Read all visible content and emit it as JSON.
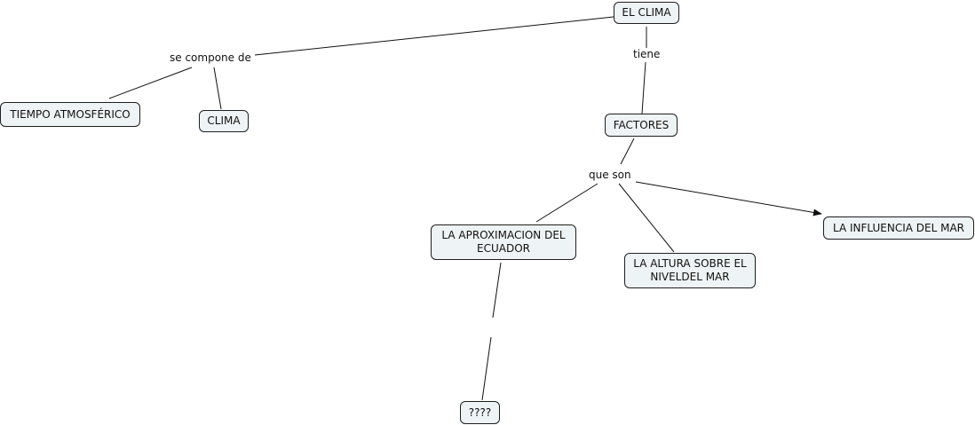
{
  "nodes": {
    "el_clima": "EL CLIMA",
    "tiempo_atmosferico": "TIEMPO ATMOSFÉRICO",
    "clima": "CLIMA",
    "factores": "FACTORES",
    "aproximacion_ecuador": "LA APROXIMACION DEL\nECUADOR",
    "altura_nivel_mar": "LA ALTURA SOBRE EL\nNIVELDEL MAR",
    "influencia_mar": "LA INFLUENCIA DEL MAR",
    "unknown": "????"
  },
  "link_labels": {
    "se_compone_de": "se compone de",
    "tiene": "tiene",
    "que_son": "que son"
  },
  "colors": {
    "node_fill": "#eef3f5",
    "node_border": "#1f1f1f",
    "line": "#111111"
  }
}
